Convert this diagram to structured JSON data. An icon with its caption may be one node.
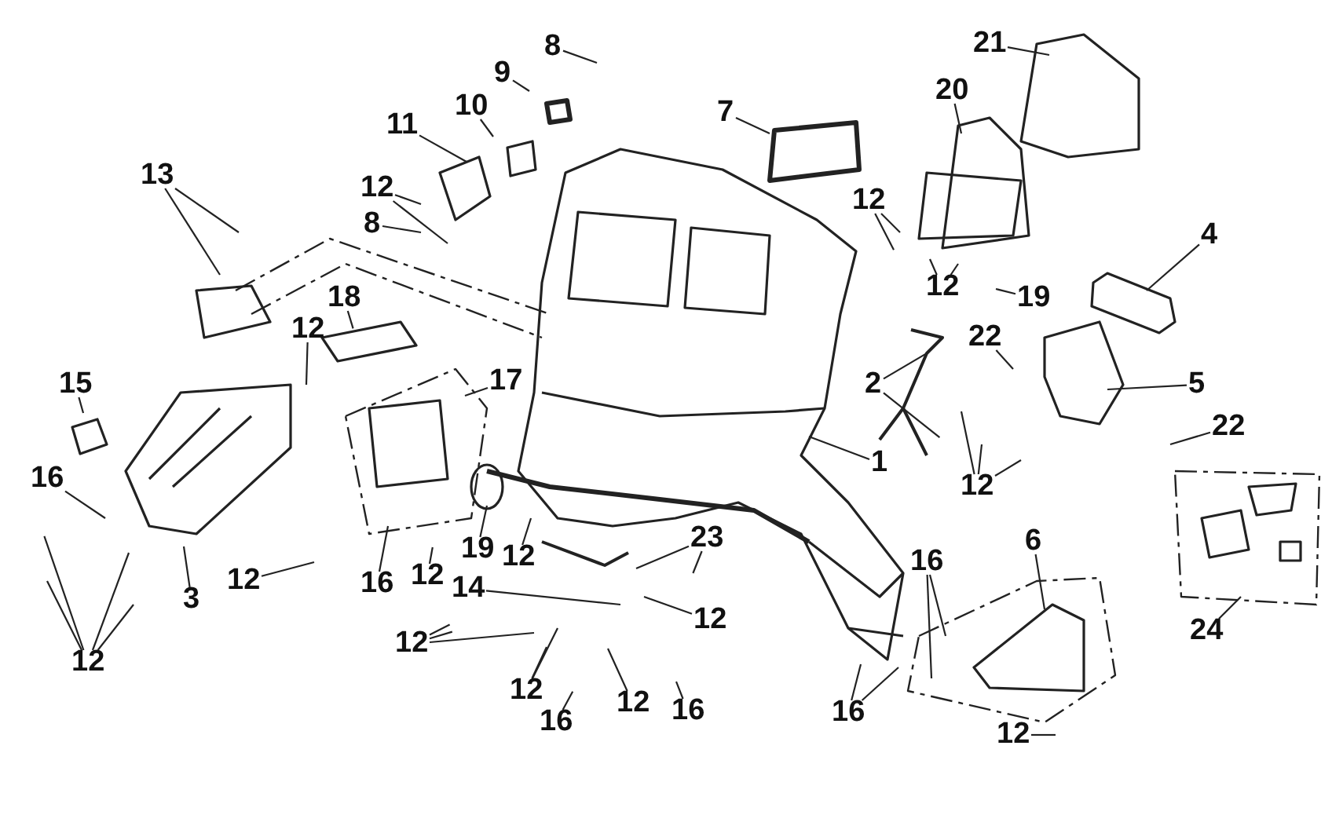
{
  "diagram": {
    "nodes": [
      {
        "text": [
          "8"
        ]
      },
      {
        "text": [
          "9"
        ]
      },
      {
        "text": [
          "10"
        ]
      },
      {
        "text": [
          "11"
        ]
      },
      {
        "text": [
          "12"
        ]
      },
      {
        "text": [
          "8"
        ]
      },
      {
        "text": [
          "13"
        ]
      },
      {
        "text": [
          "7"
        ]
      },
      {
        "text": [
          "21"
        ]
      },
      {
        "text": [
          "20"
        ]
      },
      {
        "text": [
          "12"
        ]
      },
      {
        "text": [
          "12"
        ]
      },
      {
        "text": [
          "19"
        ]
      },
      {
        "text": [
          "4"
        ]
      },
      {
        "text": [
          "22"
        ]
      },
      {
        "text": [
          "5"
        ]
      },
      {
        "text": [
          "22"
        ]
      },
      {
        "text": [
          "12"
        ]
      },
      {
        "text": [
          "2"
        ]
      },
      {
        "text": [
          "1"
        ]
      },
      {
        "text": [
          "18"
        ]
      },
      {
        "text": [
          "12"
        ]
      },
      {
        "text": [
          "17"
        ]
      },
      {
        "text": [
          "15"
        ]
      },
      {
        "text": [
          "16"
        ]
      },
      {
        "text": [
          "3"
        ]
      },
      {
        "text": [
          "12"
        ]
      },
      {
        "text": [
          "12"
        ]
      },
      {
        "text": [
          "16"
        ]
      },
      {
        "text": [
          "12"
        ]
      },
      {
        "text": [
          "19"
        ]
      },
      {
        "text": [
          "12"
        ]
      },
      {
        "text": [
          "14"
        ]
      },
      {
        "text": [
          "23"
        ]
      },
      {
        "text": [
          "12"
        ]
      },
      {
        "text": [
          "12"
        ]
      },
      {
        "text": [
          "12"
        ]
      },
      {
        "text": [
          "16"
        ]
      },
      {
        "text": [
          "12"
        ]
      },
      {
        "text": [
          "16"
        ]
      },
      {
        "text": [
          "16"
        ]
      },
      {
        "text": [
          "6"
        ]
      },
      {
        "text": [
          "16"
        ]
      },
      {
        "text": [
          "12"
        ]
      },
      {
        "text": [
          "24"
        ]
      }
    ],
    "edges": [
      {
        "from": 0,
        "to": null,
        "arrow": "none"
      },
      {
        "from": 1,
        "to": null,
        "arrow": "none"
      },
      {
        "from": 2,
        "to": null,
        "arrow": "none"
      },
      {
        "from": 3,
        "to": null,
        "arrow": "none"
      },
      {
        "from": 4,
        "to": null,
        "arrow": "none"
      },
      {
        "from": 4,
        "to": null,
        "arrow": "none"
      },
      {
        "from": 5,
        "to": null,
        "arrow": "none"
      },
      {
        "from": 6,
        "to": null,
        "arrow": "none"
      },
      {
        "from": 6,
        "to": null,
        "arrow": "none"
      },
      {
        "from": 7,
        "to": null,
        "arrow": "none"
      },
      {
        "from": 8,
        "to": null,
        "arrow": "none"
      },
      {
        "from": 9,
        "to": null,
        "arrow": "none"
      },
      {
        "from": 10,
        "to": null,
        "arrow": "none"
      },
      {
        "from": 10,
        "to": null,
        "arrow": "none"
      },
      {
        "from": 11,
        "to": null,
        "arrow": "none"
      },
      {
        "from": 11,
        "to": null,
        "arrow": "none"
      },
      {
        "from": 12,
        "to": null,
        "arrow": "none"
      },
      {
        "from": 13,
        "to": null,
        "arrow": "none"
      },
      {
        "from": 14,
        "to": null,
        "arrow": "none"
      },
      {
        "from": 15,
        "to": null,
        "arrow": "none"
      },
      {
        "from": 16,
        "to": null,
        "arrow": "none"
      },
      {
        "from": 17,
        "to": null,
        "arrow": "none"
      },
      {
        "from": 17,
        "to": null,
        "arrow": "none"
      },
      {
        "from": 17,
        "to": null,
        "arrow": "none"
      },
      {
        "from": 18,
        "to": null,
        "arrow": "none"
      },
      {
        "from": 18,
        "to": null,
        "arrow": "none"
      },
      {
        "from": 19,
        "to": null,
        "arrow": "none"
      },
      {
        "from": 20,
        "to": null,
        "arrow": "none"
      },
      {
        "from": 21,
        "to": null,
        "arrow": "none"
      },
      {
        "from": 22,
        "to": null,
        "arrow": "none"
      },
      {
        "from": 23,
        "to": null,
        "arrow": "none"
      },
      {
        "from": 24,
        "to": null,
        "arrow": "none"
      },
      {
        "from": 25,
        "to": null,
        "arrow": "none"
      },
      {
        "from": 26,
        "to": null,
        "arrow": "none"
      },
      {
        "from": 26,
        "to": null,
        "arrow": "none"
      },
      {
        "from": 26,
        "to": null,
        "arrow": "none"
      },
      {
        "from": 26,
        "to": null,
        "arrow": "none"
      },
      {
        "from": 27,
        "to": null,
        "arrow": "none"
      },
      {
        "from": 28,
        "to": null,
        "arrow": "none"
      },
      {
        "from": 29,
        "to": null,
        "arrow": "none"
      },
      {
        "from": 30,
        "to": null,
        "arrow": "none"
      },
      {
        "from": 31,
        "to": null,
        "arrow": "none"
      },
      {
        "from": 32,
        "to": null,
        "arrow": "none"
      },
      {
        "from": 33,
        "to": null,
        "arrow": "none"
      },
      {
        "from": 33,
        "to": null,
        "arrow": "none"
      },
      {
        "from": 34,
        "to": null,
        "arrow": "none"
      },
      {
        "from": 35,
        "to": null,
        "arrow": "none"
      },
      {
        "from": 35,
        "to": null,
        "arrow": "none"
      },
      {
        "from": 35,
        "to": null,
        "arrow": "none"
      },
      {
        "from": 36,
        "to": null,
        "arrow": "none"
      },
      {
        "from": 36,
        "to": null,
        "arrow": "none"
      },
      {
        "from": 37,
        "to": null,
        "arrow": "none"
      },
      {
        "from": 38,
        "to": null,
        "arrow": "none"
      },
      {
        "from": 39,
        "to": null,
        "arrow": "none"
      },
      {
        "from": 40,
        "to": null,
        "arrow": "none"
      },
      {
        "from": 40,
        "to": null,
        "arrow": "none"
      },
      {
        "from": 41,
        "to": null,
        "arrow": "none"
      },
      {
        "from": 42,
        "to": null,
        "arrow": "none"
      },
      {
        "from": 42,
        "to": null,
        "arrow": "none"
      },
      {
        "from": 43,
        "to": null,
        "arrow": "none"
      },
      {
        "from": 44,
        "to": null,
        "arrow": "none"
      }
    ]
  }
}
